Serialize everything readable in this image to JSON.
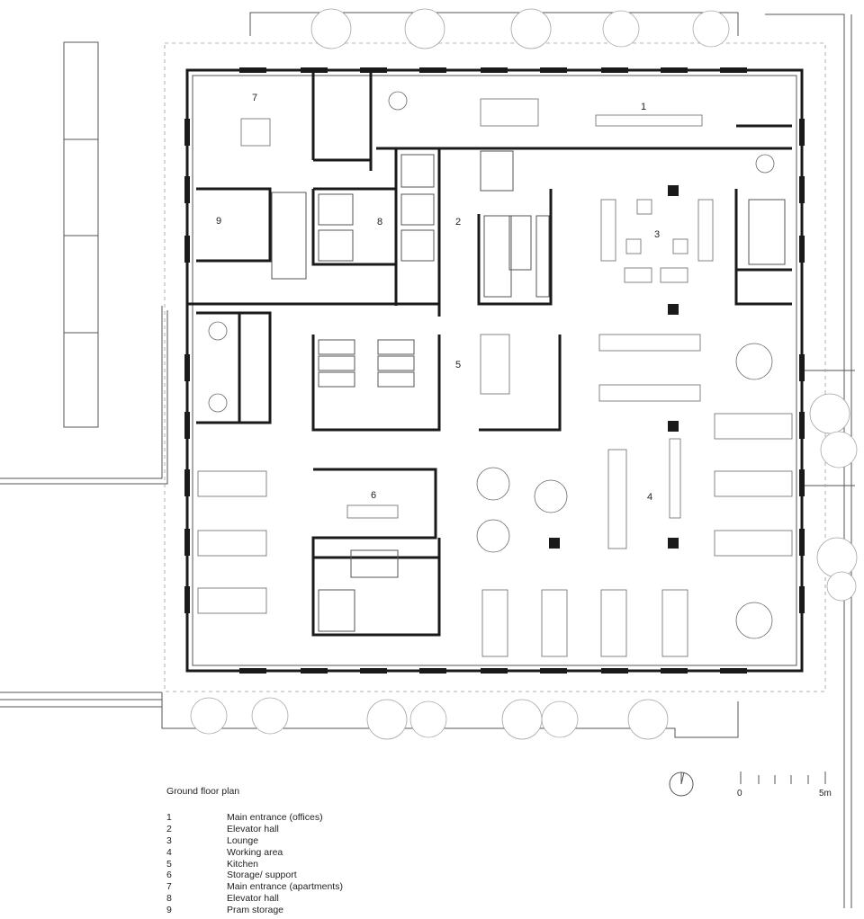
{
  "plan": {
    "title": "Ground floor plan",
    "room_labels": [
      {
        "num": "1",
        "name": "Main entrance (offices)"
      },
      {
        "num": "2",
        "name": "Elevator hall"
      },
      {
        "num": "3",
        "name": "Lounge"
      },
      {
        "num": "4",
        "name": "Working area"
      },
      {
        "num": "5",
        "name": "Kitchen"
      },
      {
        "num": "6",
        "name": "Storage/ support"
      },
      {
        "num": "7",
        "name": "Main entrance (apartments)"
      },
      {
        "num": "8",
        "name": "Elevator hall"
      },
      {
        "num": "9",
        "name": "Pram storage"
      }
    ]
  },
  "scale_bar": {
    "start": "0",
    "end": "5m"
  },
  "colors": {
    "wall": "#1a1a1a",
    "line": "#666666",
    "tree": "#a8a8a8",
    "background": "#ffffff"
  },
  "icons": {
    "north_arrow": "north-arrow-icon"
  }
}
